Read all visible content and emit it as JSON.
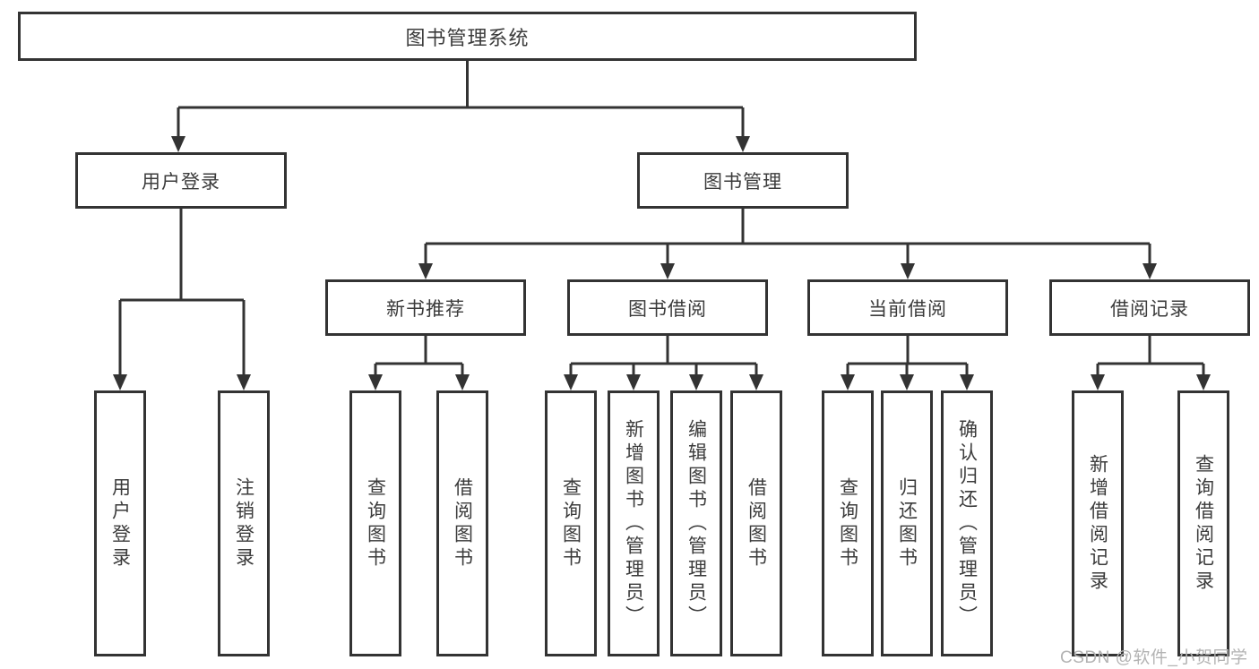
{
  "diagram": {
    "root": {
      "label": "图书管理系统"
    },
    "level2": [
      {
        "label": "用户登录"
      },
      {
        "label": "图书管理"
      }
    ],
    "level3": [
      {
        "label": "新书推荐"
      },
      {
        "label": "图书借阅"
      },
      {
        "label": "当前借阅"
      },
      {
        "label": "借阅记录"
      }
    ],
    "leaves": {
      "user_login": [
        "用户登录",
        "注销登录"
      ],
      "new_book": [
        "查询图书",
        "借阅图书"
      ],
      "book_borrow": [
        "查询图书",
        "新增图书（管理员）",
        "编辑图书（管理员）",
        "借阅图书"
      ],
      "current_borrow": [
        "查询图书",
        "归还图书",
        "确认归还（管理员）"
      ],
      "borrow_record": [
        "新增借阅记录",
        "查询借阅记录"
      ]
    }
  },
  "watermark": {
    "text": "CSDN @软件_小贺同学"
  },
  "colors": {
    "line": "#333333",
    "text": "#3b3b3b",
    "watermark": "#b3b3b3",
    "background": "#ffffff"
  }
}
